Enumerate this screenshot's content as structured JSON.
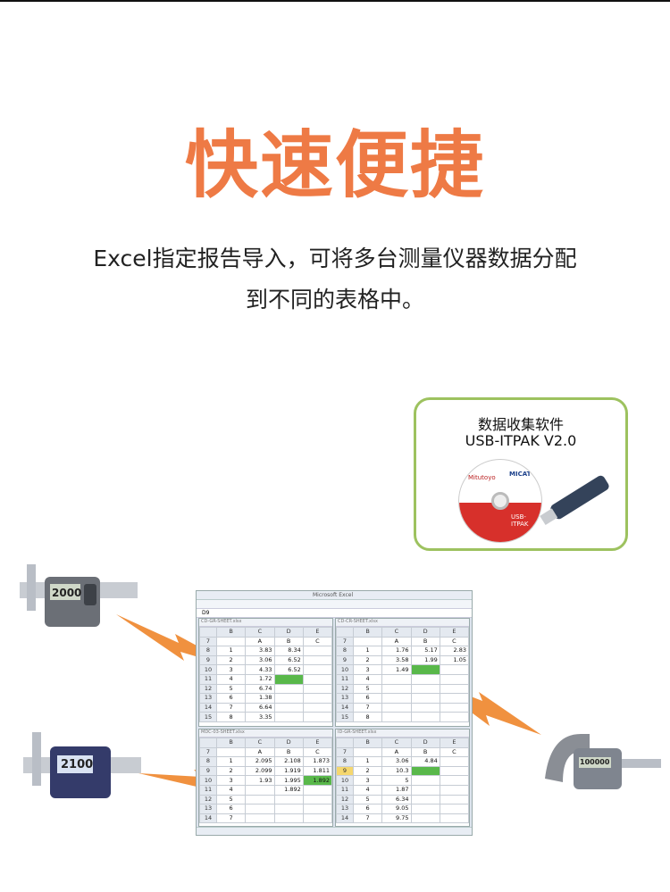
{
  "title": "快速便捷",
  "subtitle_line1": "Excel指定报告导入，可将多台测量仪器数据分配",
  "subtitle_line2": "到不同的表格中。",
  "software_card": {
    "title_cn": "数据收集软件",
    "title_en": "USB-ITPAK V2.0",
    "cd_brand": "Mitutoyo",
    "cd_logo": "MICAT",
    "cd_text": "USB-ITPAK"
  },
  "colors": {
    "accent": "#ee7a45",
    "card_border": "#9dc25f",
    "cell_green": "#59b84a"
  },
  "excel": {
    "app_title": "Microsoft Excel",
    "name_box": "D9",
    "panes": [
      {
        "file": "CD-GR-SHEET.xlsx",
        "headers": [
          "",
          "B",
          "C",
          "D",
          "E"
        ],
        "rows": [
          [
            "7",
            "",
            "A",
            "B",
            "C"
          ],
          [
            "8",
            "1",
            "3.83",
            "8.34",
            ""
          ],
          [
            "9",
            "2",
            "3.06",
            "6.52",
            ""
          ],
          [
            "10",
            "3",
            "4.33",
            "6.52",
            ""
          ],
          [
            "11",
            "4",
            "1.72",
            "",
            ""
          ],
          [
            "12",
            "5",
            "6.74",
            "",
            ""
          ],
          [
            "13",
            "6",
            "1.38",
            "",
            ""
          ],
          [
            "14",
            "7",
            "6.64",
            "",
            ""
          ],
          [
            "15",
            "8",
            "3.35",
            "",
            ""
          ]
        ]
      },
      {
        "file": "CD-CR-SHEET.xlsx",
        "headers": [
          "",
          "B",
          "C",
          "D",
          "E"
        ],
        "rows": [
          [
            "7",
            "",
            "A",
            "B",
            "C"
          ],
          [
            "8",
            "1",
            "1.76",
            "5.17",
            "2.83"
          ],
          [
            "9",
            "2",
            "3.58",
            "1.99",
            "1.05"
          ],
          [
            "10",
            "3",
            "1.49",
            "",
            ""
          ],
          [
            "11",
            "4",
            "",
            "",
            ""
          ],
          [
            "12",
            "5",
            "",
            "",
            ""
          ],
          [
            "13",
            "6",
            "",
            "",
            ""
          ],
          [
            "14",
            "7",
            "",
            "",
            ""
          ],
          [
            "15",
            "8",
            "",
            "",
            ""
          ]
        ]
      },
      {
        "file": "MDC-03-SHEET.xlsx",
        "headers": [
          "",
          "B",
          "C",
          "D",
          "E"
        ],
        "rows": [
          [
            "7",
            "",
            "A",
            "B",
            "C"
          ],
          [
            "8",
            "1",
            "2.095",
            "2.108",
            "1.873"
          ],
          [
            "9",
            "2",
            "2.099",
            "1.919",
            "1.811"
          ],
          [
            "10",
            "3",
            "1.93",
            "1.995",
            "1.892"
          ],
          [
            "11",
            "4",
            "",
            "1.892",
            ""
          ],
          [
            "12",
            "5",
            "",
            "",
            ""
          ],
          [
            "13",
            "6",
            "",
            "",
            ""
          ],
          [
            "14",
            "7",
            "",
            "",
            ""
          ]
        ]
      },
      {
        "file": "ID-GR-SHEET.xlsx",
        "headers": [
          "",
          "B",
          "C",
          "D",
          "E"
        ],
        "rows": [
          [
            "7",
            "",
            "A",
            "B",
            "C"
          ],
          [
            "8",
            "1",
            "3.06",
            "4.84",
            ""
          ],
          [
            "9",
            "2",
            "10.3",
            "",
            ""
          ],
          [
            "10",
            "3",
            "5",
            "",
            ""
          ],
          [
            "11",
            "4",
            "1.87",
            "",
            ""
          ],
          [
            "12",
            "5",
            "6.34",
            "",
            ""
          ],
          [
            "13",
            "6",
            "9.05",
            "",
            ""
          ],
          [
            "14",
            "7",
            "9.75",
            "",
            ""
          ]
        ]
      }
    ]
  },
  "devices": {
    "caliper_top_display": "2000",
    "caliper_bottom_display": "2100",
    "micrometer_display": "100000"
  }
}
